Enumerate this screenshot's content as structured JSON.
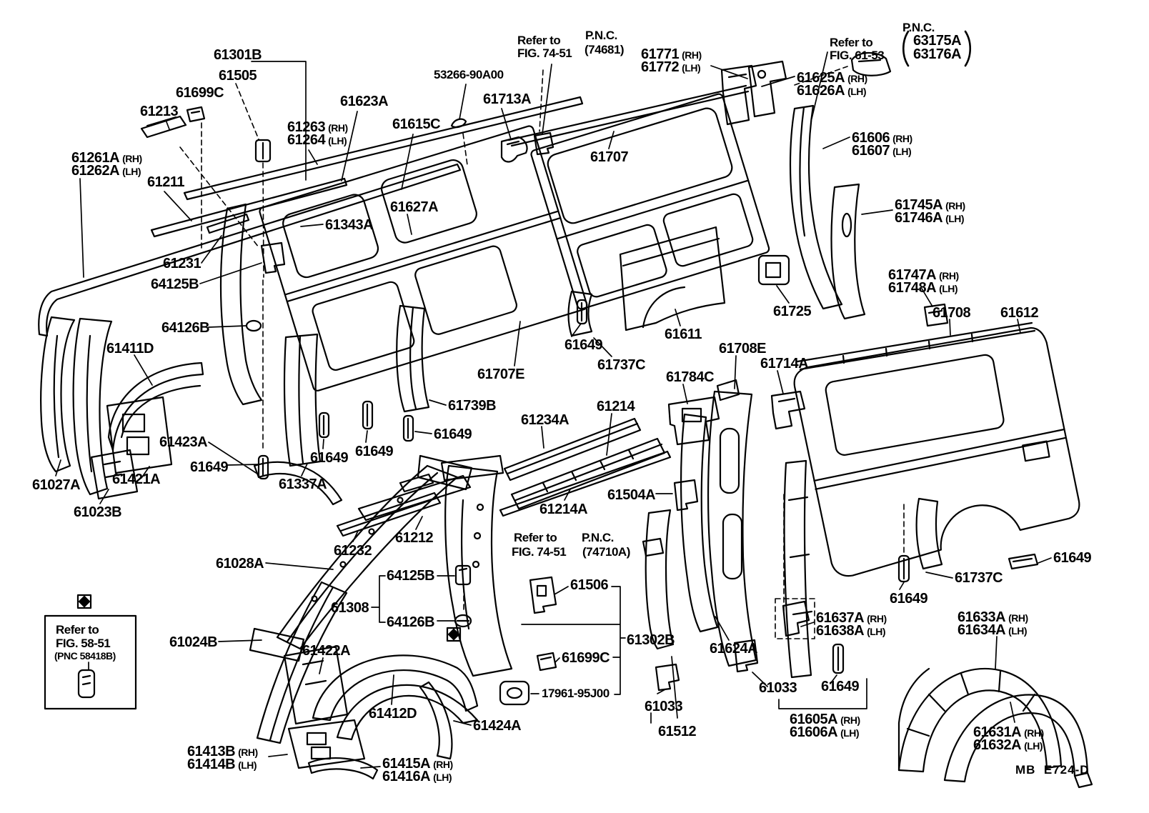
{
  "diagram": {
    "colors": {
      "ink": "#000000",
      "paper": "#ffffff"
    },
    "labels": [
      {
        "code": "61301B",
        "side": ""
      },
      {
        "code": "61505",
        "side": ""
      },
      {
        "code": "61699C",
        "side": ""
      },
      {
        "code": "61213",
        "side": ""
      },
      {
        "code": "61261A",
        "side": "(RH)"
      },
      {
        "code": "61262A",
        "side": "(LH)"
      },
      {
        "code": "61211",
        "side": ""
      },
      {
        "code": "61263",
        "side": "(RH)"
      },
      {
        "code": "61264",
        "side": "(LH)"
      },
      {
        "code": "61623A",
        "side": ""
      },
      {
        "code": "61615C",
        "side": ""
      },
      {
        "code": "53266-90A00",
        "side": ""
      },
      {
        "code": "61713A",
        "side": ""
      },
      {
        "code": "Refer to",
        "side": ""
      },
      {
        "code": "FIG. 74-51",
        "side": ""
      },
      {
        "code": "P.N.C.",
        "side": ""
      },
      {
        "code": "(74681)",
        "side": ""
      },
      {
        "code": "61771",
        "side": "(RH)"
      },
      {
        "code": "61772",
        "side": "(LH)"
      },
      {
        "code": "Refer to",
        "side": ""
      },
      {
        "code": "FIG. 61-53",
        "side": ""
      },
      {
        "code": "P.N.C.",
        "side": ""
      },
      {
        "code": "63175A",
        "side": ""
      },
      {
        "code": "63176A",
        "side": ""
      },
      {
        "code": "61625A",
        "side": "(RH)"
      },
      {
        "code": "61626A",
        "side": "(LH)"
      },
      {
        "code": "61606",
        "side": "(RH)"
      },
      {
        "code": "61607",
        "side": "(LH)"
      },
      {
        "code": "61707",
        "side": ""
      },
      {
        "code": "61627A",
        "side": ""
      },
      {
        "code": "61343A",
        "side": ""
      },
      {
        "code": "61231",
        "side": ""
      },
      {
        "code": "64125B",
        "side": ""
      },
      {
        "code": "64126B",
        "side": ""
      },
      {
        "code": "61411D",
        "side": ""
      },
      {
        "code": "61725",
        "side": ""
      },
      {
        "code": "61611",
        "side": ""
      },
      {
        "code": "61649",
        "side": ""
      },
      {
        "code": "61737C",
        "side": ""
      },
      {
        "code": "61708E",
        "side": ""
      },
      {
        "code": "61714A",
        "side": ""
      },
      {
        "code": "61784C",
        "side": ""
      },
      {
        "code": "61745A",
        "side": "(RH)"
      },
      {
        "code": "61746A",
        "side": "(LH)"
      },
      {
        "code": "61747A",
        "side": "(RH)"
      },
      {
        "code": "61748A",
        "side": "(LH)"
      },
      {
        "code": "61708",
        "side": ""
      },
      {
        "code": "61612",
        "side": ""
      },
      {
        "code": "61707E",
        "side": ""
      },
      {
        "code": "61739B",
        "side": ""
      },
      {
        "code": "61234A",
        "side": ""
      },
      {
        "code": "61214",
        "side": ""
      },
      {
        "code": "61423A",
        "side": ""
      },
      {
        "code": "61649",
        "side": ""
      },
      {
        "code": "61649",
        "side": ""
      },
      {
        "code": "61649",
        "side": ""
      },
      {
        "code": "61649",
        "side": ""
      },
      {
        "code": "61421A",
        "side": ""
      },
      {
        "code": "61027A",
        "side": ""
      },
      {
        "code": "61023B",
        "side": ""
      },
      {
        "code": "61337A",
        "side": ""
      },
      {
        "code": "61214A",
        "side": ""
      },
      {
        "code": "61504A",
        "side": ""
      },
      {
        "code": "61212",
        "side": ""
      },
      {
        "code": "61232",
        "side": ""
      },
      {
        "code": "61028A",
        "side": ""
      },
      {
        "code": "Refer to",
        "side": ""
      },
      {
        "code": "FIG. 74-51",
        "side": ""
      },
      {
        "code": "P.N.C.",
        "side": ""
      },
      {
        "code": "(74710A)",
        "side": ""
      },
      {
        "code": "64125B",
        "side": ""
      },
      {
        "code": "61506",
        "side": ""
      },
      {
        "code": "61308",
        "side": ""
      },
      {
        "code": "64126B",
        "side": ""
      },
      {
        "code": "61302B",
        "side": ""
      },
      {
        "code": "61699C",
        "side": ""
      },
      {
        "code": "61624A",
        "side": ""
      },
      {
        "code": "17961-95J00",
        "side": ""
      },
      {
        "code": "61637A",
        "side": "(RH)"
      },
      {
        "code": "61638A",
        "side": "(LH)"
      },
      {
        "code": "61633A",
        "side": "(RH)"
      },
      {
        "code": "61634A",
        "side": "(LH)"
      },
      {
        "code": "61649",
        "side": ""
      },
      {
        "code": "61737C",
        "side": ""
      },
      {
        "code": "61649",
        "side": ""
      },
      {
        "code": "Refer to",
        "side": ""
      },
      {
        "code": "FIG. 58-51",
        "side": ""
      },
      {
        "code": "(PNC 58418B)",
        "side": ""
      },
      {
        "code": "61024B",
        "side": ""
      },
      {
        "code": "61422A",
        "side": ""
      },
      {
        "code": "61412D",
        "side": ""
      },
      {
        "code": "61424A",
        "side": ""
      },
      {
        "code": "61413B",
        "side": "(RH)"
      },
      {
        "code": "61414B",
        "side": "(LH)"
      },
      {
        "code": "61415A",
        "side": "(RH)"
      },
      {
        "code": "61416A",
        "side": "(LH)"
      },
      {
        "code": "61033",
        "side": ""
      },
      {
        "code": "61512",
        "side": ""
      },
      {
        "code": "61033",
        "side": ""
      },
      {
        "code": "61649",
        "side": ""
      },
      {
        "code": "61605A",
        "side": "(RH)"
      },
      {
        "code": "61606A",
        "side": "(LH)"
      },
      {
        "code": "61631A",
        "side": "(RH)"
      },
      {
        "code": "61632A",
        "side": "(LH)"
      },
      {
        "code": "MB  E724-D",
        "side": ""
      }
    ]
  }
}
